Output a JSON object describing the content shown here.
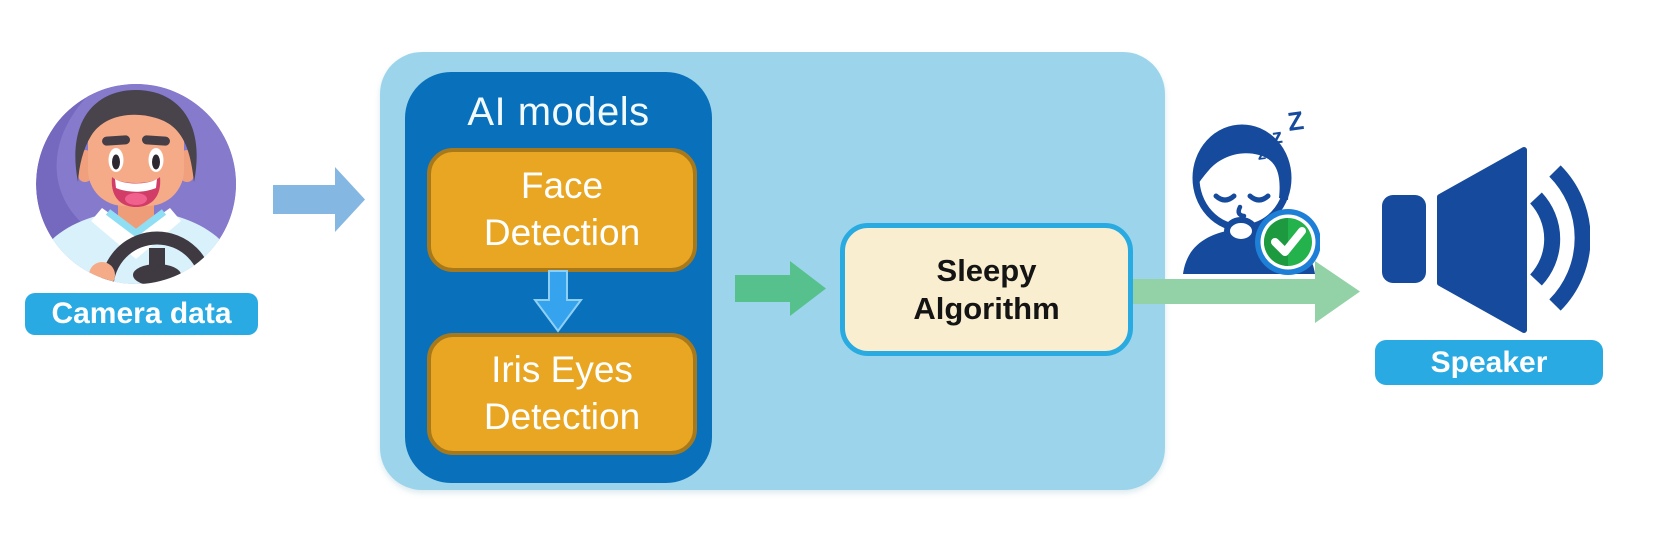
{
  "colors": {
    "label-blue": "#29aae2",
    "container-blue": "#9cd5eb",
    "ai-box-blue": "#0971bb",
    "yellow-fill": "#e8a622",
    "yellow-border": "#a8791b",
    "cream-fill": "#faeed0",
    "cream-border": "#29abe2",
    "blue-arrow": "#85b7e3",
    "down-arrow-blue": "#36a3ef",
    "down-arrow-edge": "#8ed0f5",
    "green-arrow": "#57c18e",
    "light-green-arrow": "#93d1a6",
    "navy": "#164a9c",
    "badge-ring": "#1e7fd6",
    "check-green": "#24b24c",
    "check-green-dark": "#1d9a40"
  },
  "nodes": {
    "camera": {
      "label": "Camera data"
    },
    "ai": {
      "title": "AI models",
      "face": "Face\nDetection",
      "iris": "Iris Eyes\nDetection"
    },
    "sleepy": {
      "label": "Sleepy\nAlgorithm"
    },
    "speaker": {
      "label": "Speaker"
    }
  },
  "icons": {
    "driver_avatar": "cartoon-driver-holding-steering-wheel",
    "sleepy_driver": "drowsy-driver-with-green-check",
    "zzz": [
      "z",
      "z",
      "Z"
    ],
    "speaker": "loudspeaker-with-sound-waves",
    "arrows": [
      "camera-to-ai",
      "face-to-iris",
      "ai-to-sleepy",
      "sleepy-to-speaker"
    ]
  }
}
